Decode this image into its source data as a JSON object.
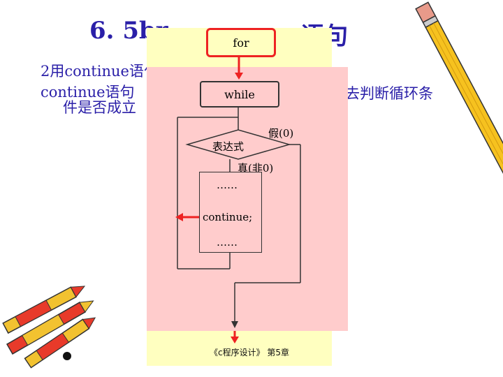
{
  "slide": {
    "title_left": "6. 5br",
    "title_right": "语句",
    "line1": "2用continue语句",
    "line2_left": "continue语句",
    "line2_right": "去判断循环条",
    "line3": "件是否成立",
    "footer": "《c程序设计》 第5章"
  },
  "flowchart": {
    "for_label": "for",
    "while_label": "while",
    "condition_label": "表达式",
    "false_label": "假(0)",
    "true_label": "真(非0)",
    "stmt_top": "……",
    "stmt_continue": "continue;",
    "stmt_bottom": "……"
  },
  "colors": {
    "title": "#2a1fa8",
    "yellow_panel": "#ffffc0",
    "pink_panel": "#ffcccc",
    "highlight": "#ee2222"
  },
  "decorations": [
    "pencil-icon",
    "crayons-icon"
  ]
}
